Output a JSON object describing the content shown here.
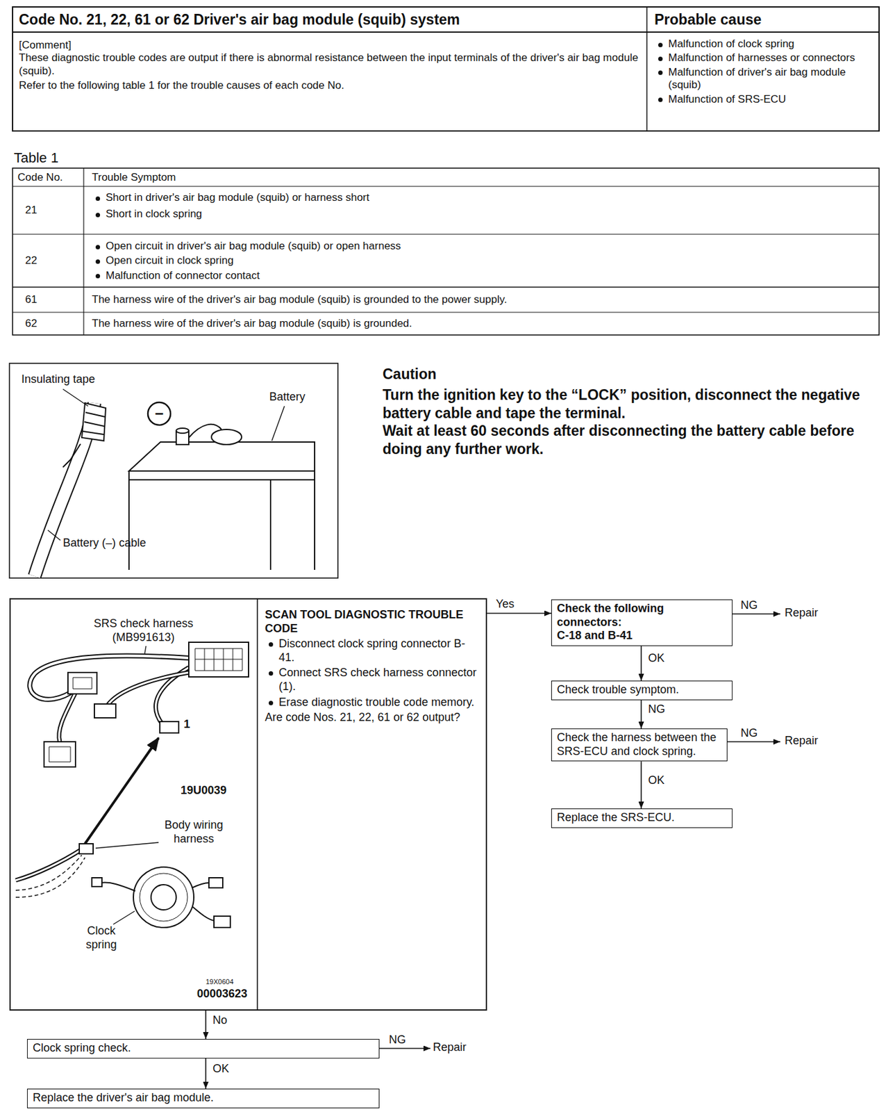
{
  "diagram": {
    "nodes": [
      {
        "text": [
          "SCAN TOOL DIAGNOSTIC TROUBLE CODE",
          "Disconnect clock spring connector B-41.",
          "Connect SRS check harness connector (1).",
          "Erase diagnostic trouble code memory.",
          "Are code Nos. 21, 22, 61 or 62 output?"
        ]
      },
      {
        "text": [
          "Check the following connectors:",
          "C-18 and B-41"
        ]
      },
      {
        "text": [
          "Check trouble symptom."
        ]
      },
      {
        "text": [
          "Check the harness between the SRS-ECU and clock spring."
        ]
      },
      {
        "text": [
          "Replace the SRS-ECU."
        ]
      },
      {
        "text": [
          "Clock spring check."
        ]
      },
      {
        "text": [
          "Replace the driver's air bag module."
        ]
      }
    ],
    "edges": [
      {
        "from": 0,
        "to": 1,
        "arrow": "to",
        "label": "Yes"
      },
      {
        "from": 1,
        "to": 2,
        "arrow": "to",
        "label": "OK"
      },
      {
        "from": 2,
        "to": 3,
        "arrow": "to",
        "label": "NG"
      },
      {
        "from": 3,
        "to": 4,
        "arrow": "to",
        "label": "OK"
      },
      {
        "from": 0,
        "to": 5,
        "arrow": "to",
        "label": "No"
      },
      {
        "from": 5,
        "to": 6,
        "arrow": "to",
        "label": "OK"
      }
    ],
    "labels": [
      "Code No. 21, 22, 61 or 62 Driver's air bag module (squib) system",
      "Probable cause",
      "[Comment]",
      "These diagnostic trouble codes are output if there is abnormal resistance between the input terminals of the driver's air bag module (squib).",
      "Refer to the following table 1 for the trouble causes of each code No.",
      "Malfunction of clock spring",
      "Malfunction of harnesses or connectors",
      "Malfunction of driver's air bag module (squib)",
      "Malfunction of SRS-ECU",
      "Table 1",
      "Code No.",
      "Trouble Symptom",
      "21",
      "Short in driver's air bag module (squib) or harness short",
      "Short in clock spring",
      "22",
      "Open circuit in driver's air bag module (squib) or open harness",
      "Open circuit in clock spring",
      "Malfunction of connector contact",
      "61",
      "The harness wire of the driver's air bag module (squib) is grounded to the power supply.",
      "62",
      "The harness wire of the driver's air bag module (squib) is grounded.",
      "Insulating tape",
      "−",
      "Battery",
      "Battery (–) cable",
      "Caution",
      "Turn the ignition key to the “LOCK” position, disconnect the negative battery cable and tape the terminal.",
      "Wait at least 60 seconds after disconnecting the battery cable before doing any further work.",
      "SRS check harness (MB991613)",
      "1",
      "19U0039",
      "Body wiring harness",
      "Clock spring",
      "19X0604",
      "00003623",
      "NG",
      "Repair",
      "NG",
      "Repair",
      "NG",
      "Repair"
    ]
  }
}
